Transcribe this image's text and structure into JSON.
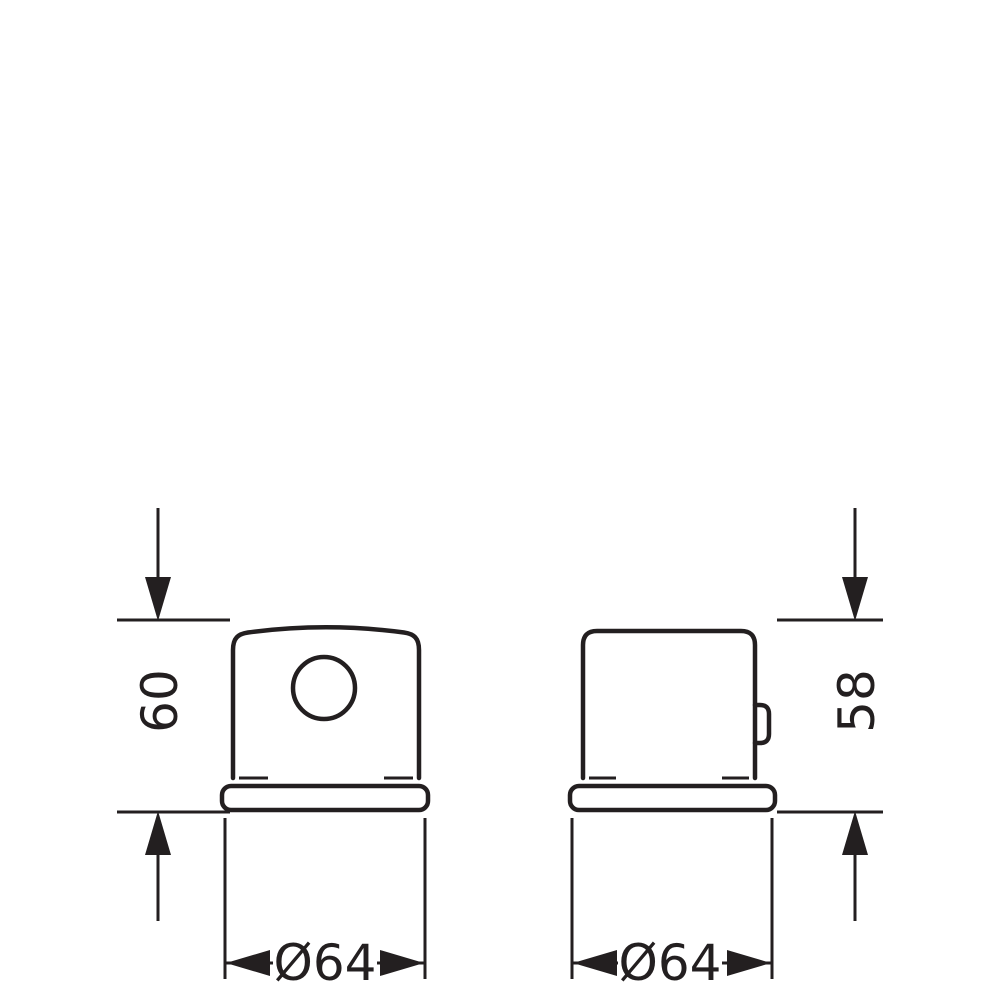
{
  "drawing": {
    "labels": {
      "left_height": "60",
      "right_height": "58",
      "left_diameter": "Ø64",
      "right_diameter": "Ø64"
    },
    "colors": {
      "line": "#231f20",
      "background": "#ffffff"
    }
  }
}
